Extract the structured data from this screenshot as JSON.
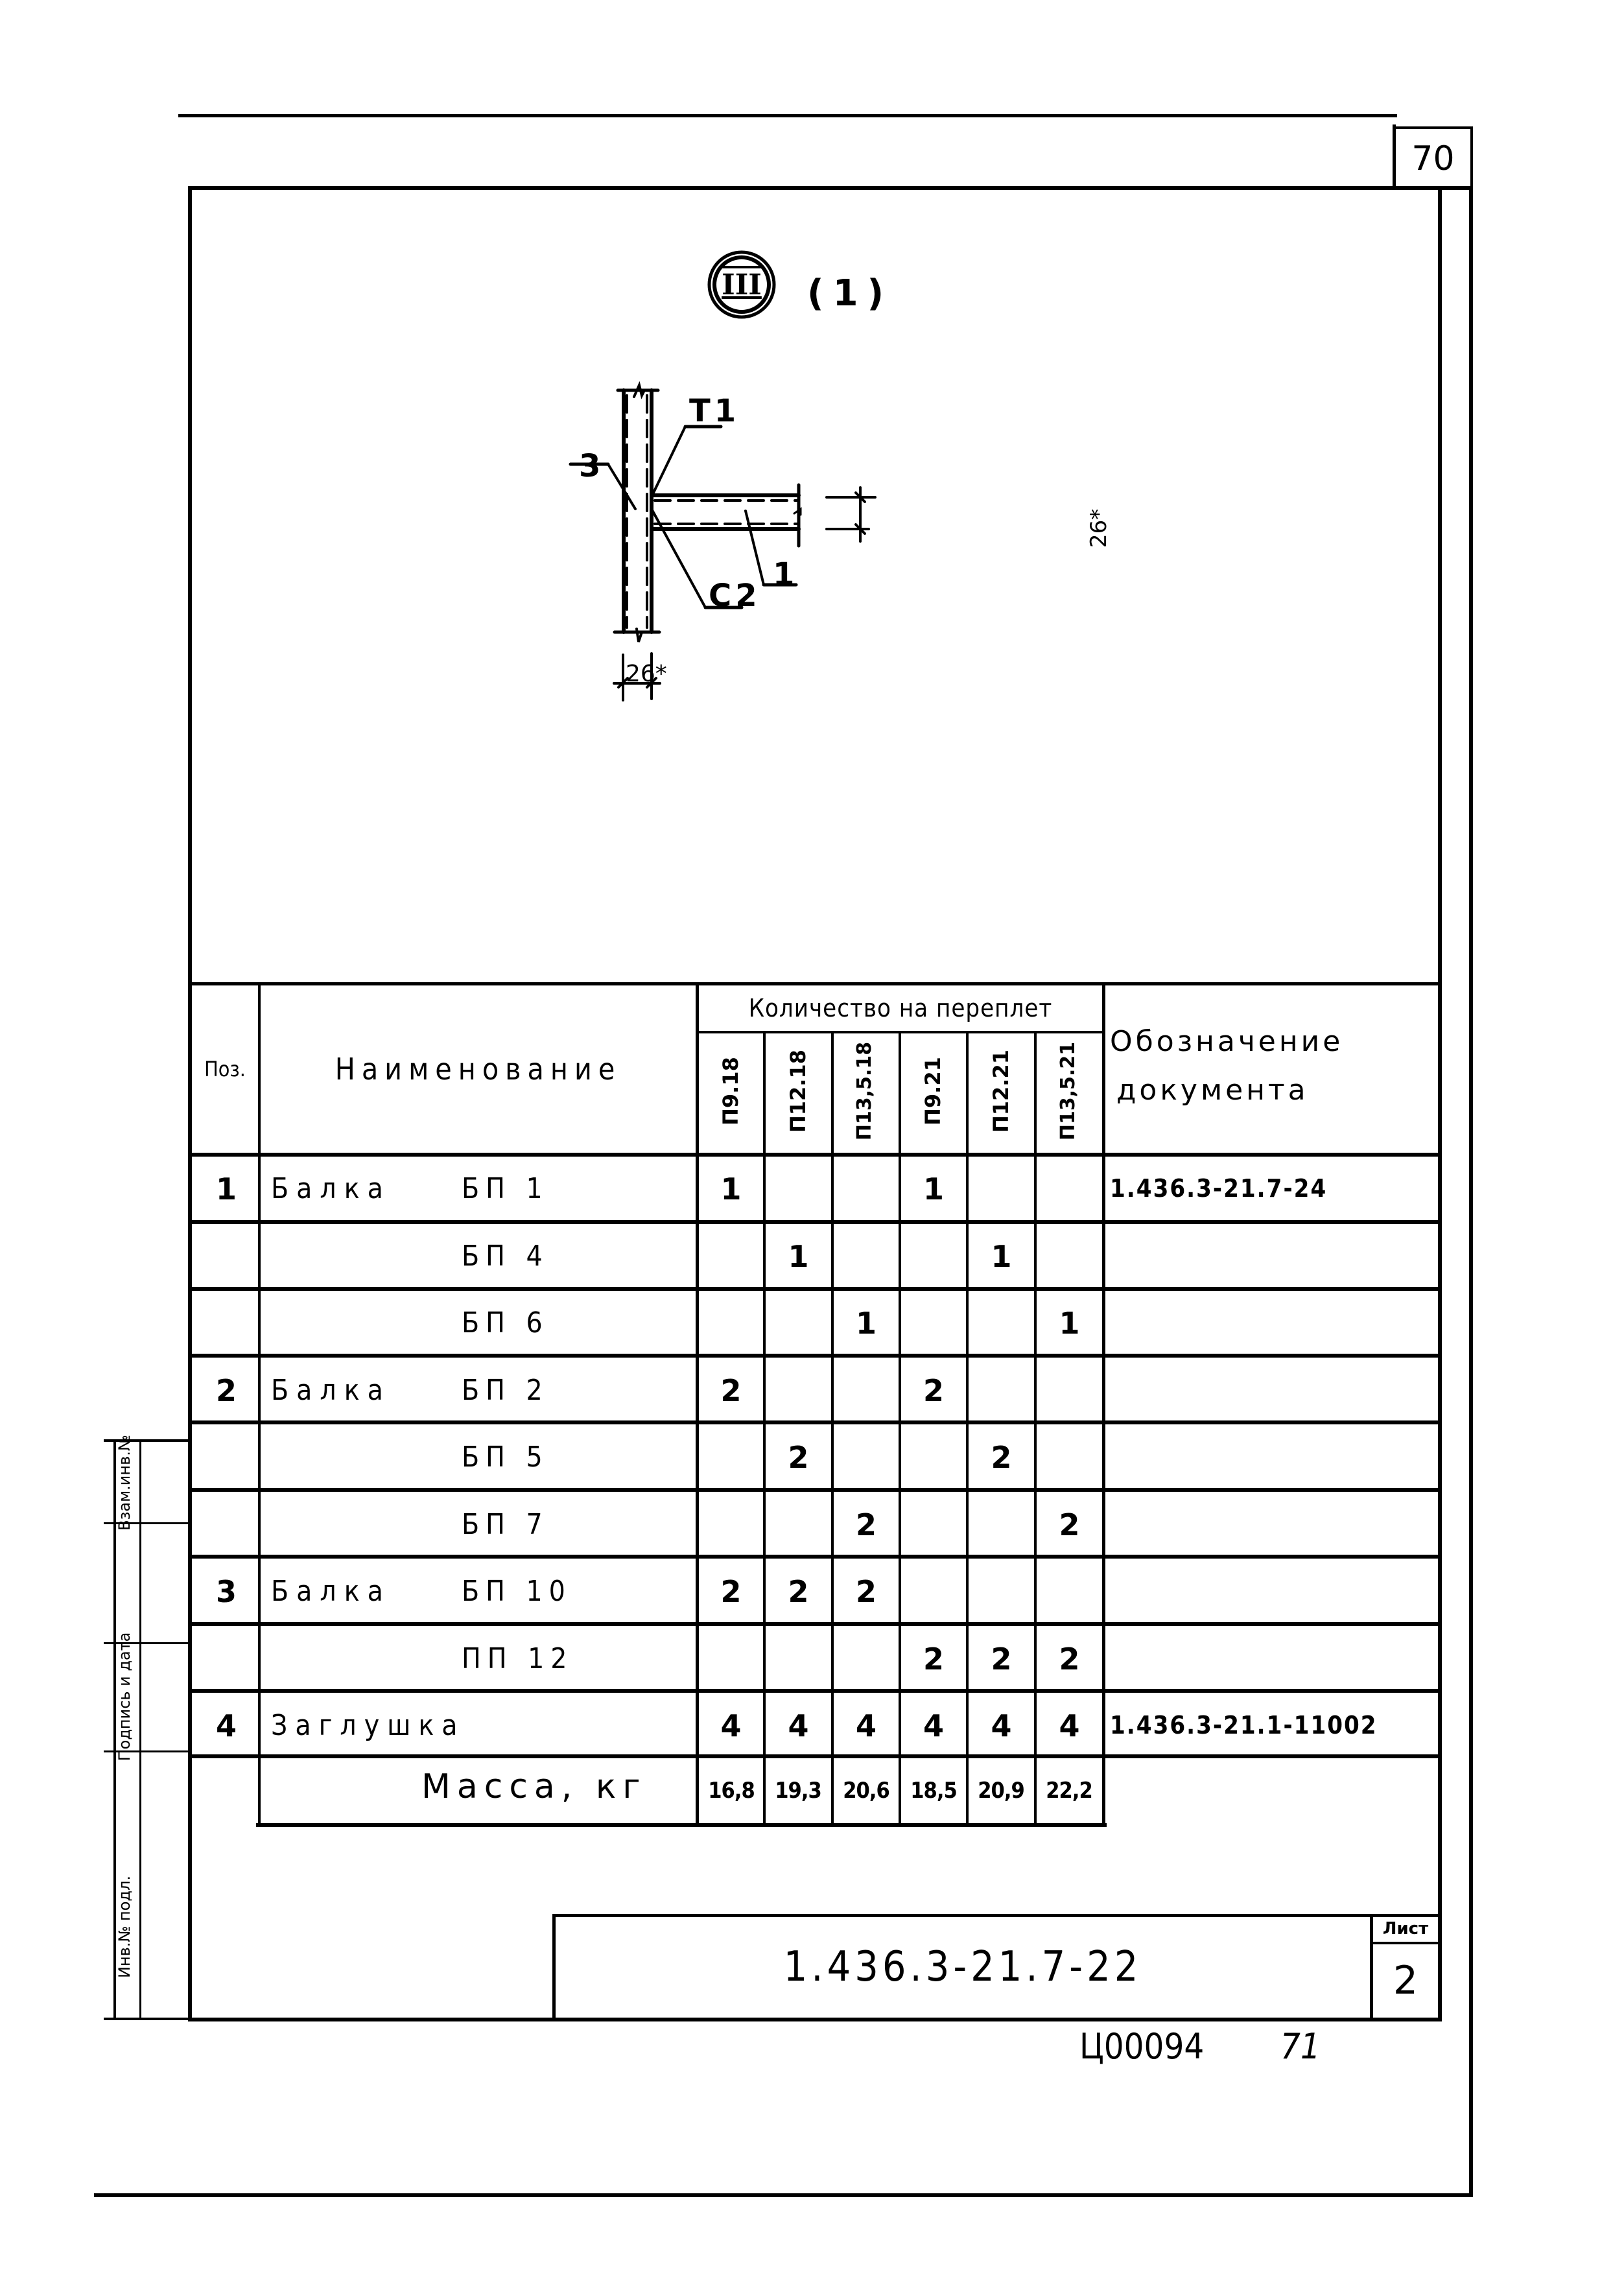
{
  "sheet": {
    "corner_page_number": "70",
    "bottom_archive_code": "Ц00094",
    "bottom_page_number": "71"
  },
  "drawing": {
    "view_mark": "III",
    "view_ref": "(1)",
    "callouts": {
      "pos_3": "3",
      "weld_t1": "Т1",
      "weld_c2": "С2",
      "pos_1": "1"
    },
    "dimensions": {
      "vertical_member_width": "26*",
      "horizontal_member_height": "26*"
    }
  },
  "table": {
    "headers": {
      "pos": "Поз.",
      "name": "Наименование",
      "qty_group": "Количество на переплет",
      "designation_line1": "Обозначение",
      "designation_line2": "документа"
    },
    "qty_columns": [
      "П9.18",
      "П12.18",
      "П13,5.18",
      "П9.21",
      "П12.21",
      "П13,5.21"
    ],
    "rows": [
      {
        "pos": "1",
        "name_prefix": "Балка",
        "name_code": "БП 1",
        "qty": [
          "1",
          "",
          "",
          "1",
          "",
          ""
        ],
        "designation": "1.436.3-21.7-24"
      },
      {
        "pos": "",
        "name_prefix": "",
        "name_code": "БП 4",
        "qty": [
          "",
          "1",
          "",
          "",
          "1",
          ""
        ],
        "designation": ""
      },
      {
        "pos": "",
        "name_prefix": "",
        "name_code": "БП 6",
        "qty": [
          "",
          "",
          "1",
          "",
          "",
          "1"
        ],
        "designation": ""
      },
      {
        "pos": "2",
        "name_prefix": "Балка",
        "name_code": "БП 2",
        "qty": [
          "2",
          "",
          "",
          "2",
          "",
          ""
        ],
        "designation": ""
      },
      {
        "pos": "",
        "name_prefix": "",
        "name_code": "БП 5",
        "qty": [
          "",
          "2",
          "",
          "",
          "2",
          ""
        ],
        "designation": ""
      },
      {
        "pos": "",
        "name_prefix": "",
        "name_code": "БП 7",
        "qty": [
          "",
          "",
          "2",
          "",
          "",
          "2"
        ],
        "designation": ""
      },
      {
        "pos": "3",
        "name_prefix": "Балка",
        "name_code": "БП 10",
        "qty": [
          "2",
          "2",
          "2",
          "",
          "",
          ""
        ],
        "designation": ""
      },
      {
        "pos": "",
        "name_prefix": "",
        "name_code": "ПП 12",
        "qty": [
          "",
          "",
          "",
          "2",
          "2",
          "2"
        ],
        "designation": ""
      },
      {
        "pos": "4",
        "name_prefix": "Заглушка",
        "name_code": "",
        "qty": [
          "4",
          "4",
          "4",
          "4",
          "4",
          "4"
        ],
        "designation": "1.436.3-21.1-11002"
      }
    ],
    "mass_row": {
      "label": "Масса, кг",
      "values": [
        "16,8",
        "19,3",
        "20,6",
        "18,5",
        "20,9",
        "22,2"
      ]
    }
  },
  "title_block": {
    "document_code": "1.436.3-21.7-22",
    "sheet_label": "Лист",
    "sheet_number": "2"
  },
  "side_strip": {
    "field_1": "Взам.инв.№",
    "field_2": "Подпись и дата",
    "field_3": "Инв.№ подл."
  }
}
